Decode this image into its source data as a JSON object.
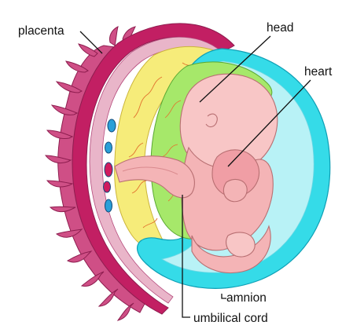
{
  "labels": {
    "placenta": "placenta",
    "head": "head",
    "heart": "heart",
    "amnion": "amnion",
    "umbilical_cord": "umbilical cord"
  },
  "colors": {
    "placenta_tissue": "#cf4f86",
    "uterine_wall": "#c21f63",
    "amniotic_sac": "#35dbe8",
    "yolk_sac": "#f6ec7a",
    "chorion": "#a6e86a",
    "embryo_skin": "#f8c6c6",
    "vessels": "#2a9fd8"
  }
}
